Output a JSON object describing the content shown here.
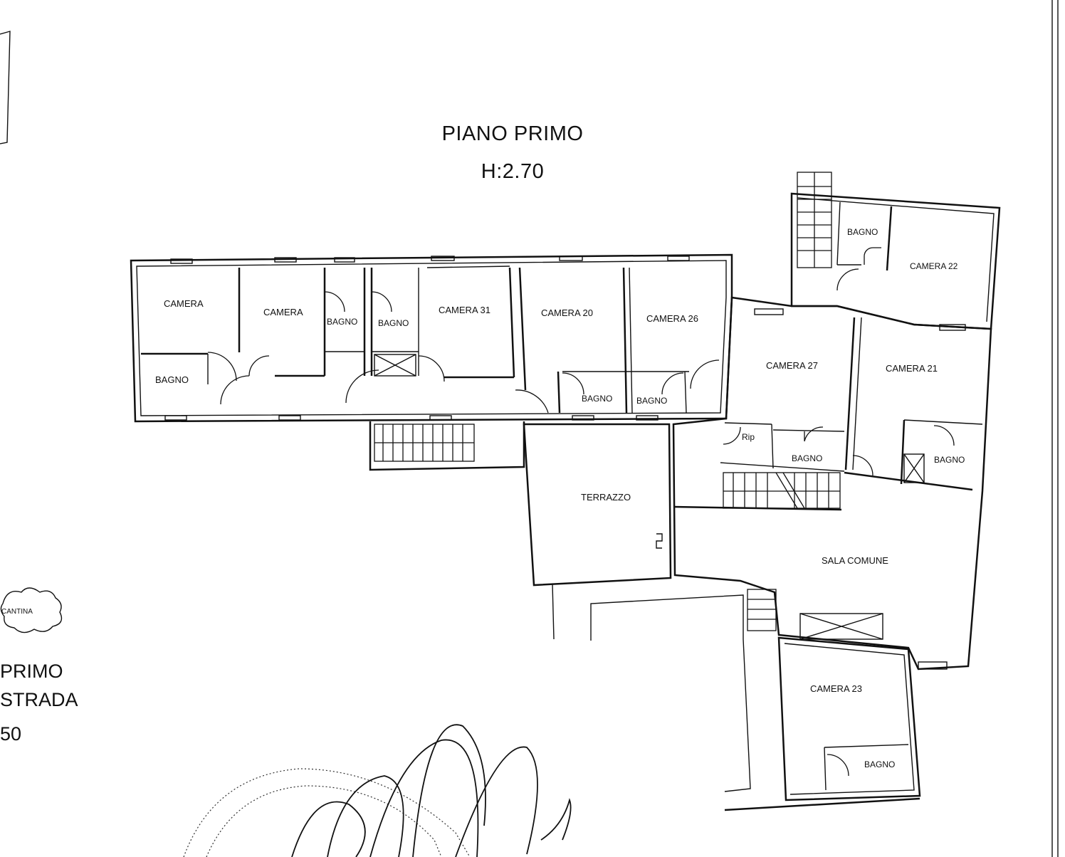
{
  "plan": {
    "title": "PIANO PRIMO",
    "height": "H:2.70"
  },
  "rooms": {
    "camera_a": "CAMERA",
    "camera_b": "CAMERA",
    "bagno_a": "BAGNO",
    "bagno_b": "BAGNO",
    "bagno_c": "BAGNO",
    "camera_31": "CAMERA 31",
    "camera_20": "CAMERA 20",
    "camera_26": "CAMERA 26",
    "bagno_d": "BAGNO",
    "bagno_e": "BAGNO",
    "camera_22": "CAMERA 22",
    "bagno_f": "BAGNO",
    "camera_27": "CAMERA 27",
    "camera_21": "CAMERA 21",
    "rip": "Rip",
    "bagno_g": "BAGNO",
    "bagno_h": "BAGNO",
    "terrazzo": "TERRAZZO",
    "sala_comune": "SALA COMUNE",
    "camera_23": "CAMERA 23",
    "bagno_i": "BAGNO"
  },
  "legend": {
    "cantina": "CANTINA",
    "line1": "PRIMO",
    "line2": "STRADA",
    "line3": "50"
  }
}
